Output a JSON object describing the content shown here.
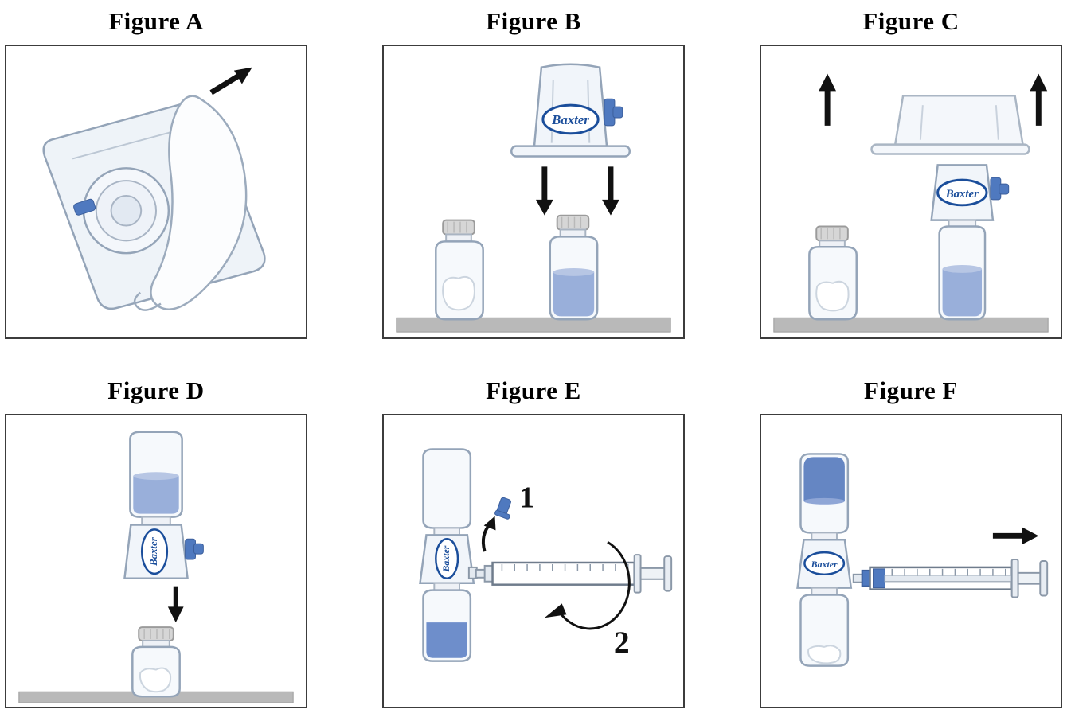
{
  "figures": [
    {
      "id": "A",
      "title": "Figure A"
    },
    {
      "id": "B",
      "title": "Figure B"
    },
    {
      "id": "C",
      "title": "Figure C"
    },
    {
      "id": "D",
      "title": "Figure D"
    },
    {
      "id": "E",
      "title": "Figure E"
    },
    {
      "id": "F",
      "title": "Figure F"
    }
  ],
  "labels": {
    "brand": "Baxter",
    "step_1": "1",
    "step_2": "2"
  },
  "colors": {
    "outline": "#94a4b8",
    "glass_fill": "#f6f9fc",
    "liquid_blue": "#8fa6d6",
    "deep_blue": "#6688c8",
    "clip_blue": "#4f79bf",
    "logo_blue": "#1b4e9b",
    "cap_gray": "#d6d6d6",
    "table_gray": "#b9b9b9",
    "arrow_black": "#111111"
  }
}
